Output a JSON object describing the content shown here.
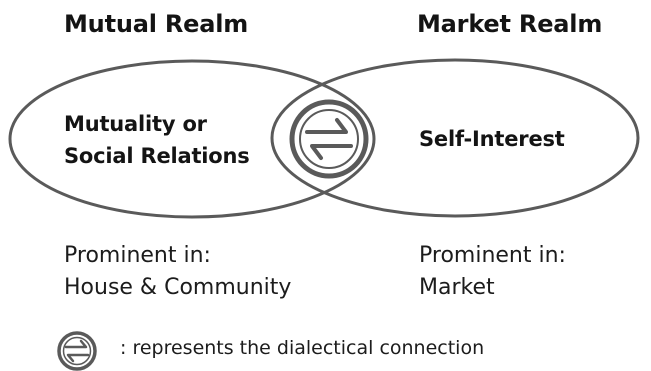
{
  "realms": {
    "mutual": {
      "title": "Mutual Realm",
      "inner_label": [
        "Mutuality or",
        "Social Relations"
      ],
      "prominence": [
        "Prominent in:",
        "House & Community"
      ]
    },
    "market": {
      "title": "Market Realm",
      "inner_label": [
        "Self-Interest"
      ],
      "prominence": [
        "Prominent in:",
        "Market"
      ]
    }
  },
  "connection_symbol": {
    "icon": "dialectical-arrows-icon"
  },
  "legend": {
    "icon": "dialectical-arrows-icon",
    "text": ": represents the dialectical connection"
  },
  "colors": {
    "outline": "#5a5a5a",
    "text": "#141414",
    "background": "#ffffff"
  }
}
